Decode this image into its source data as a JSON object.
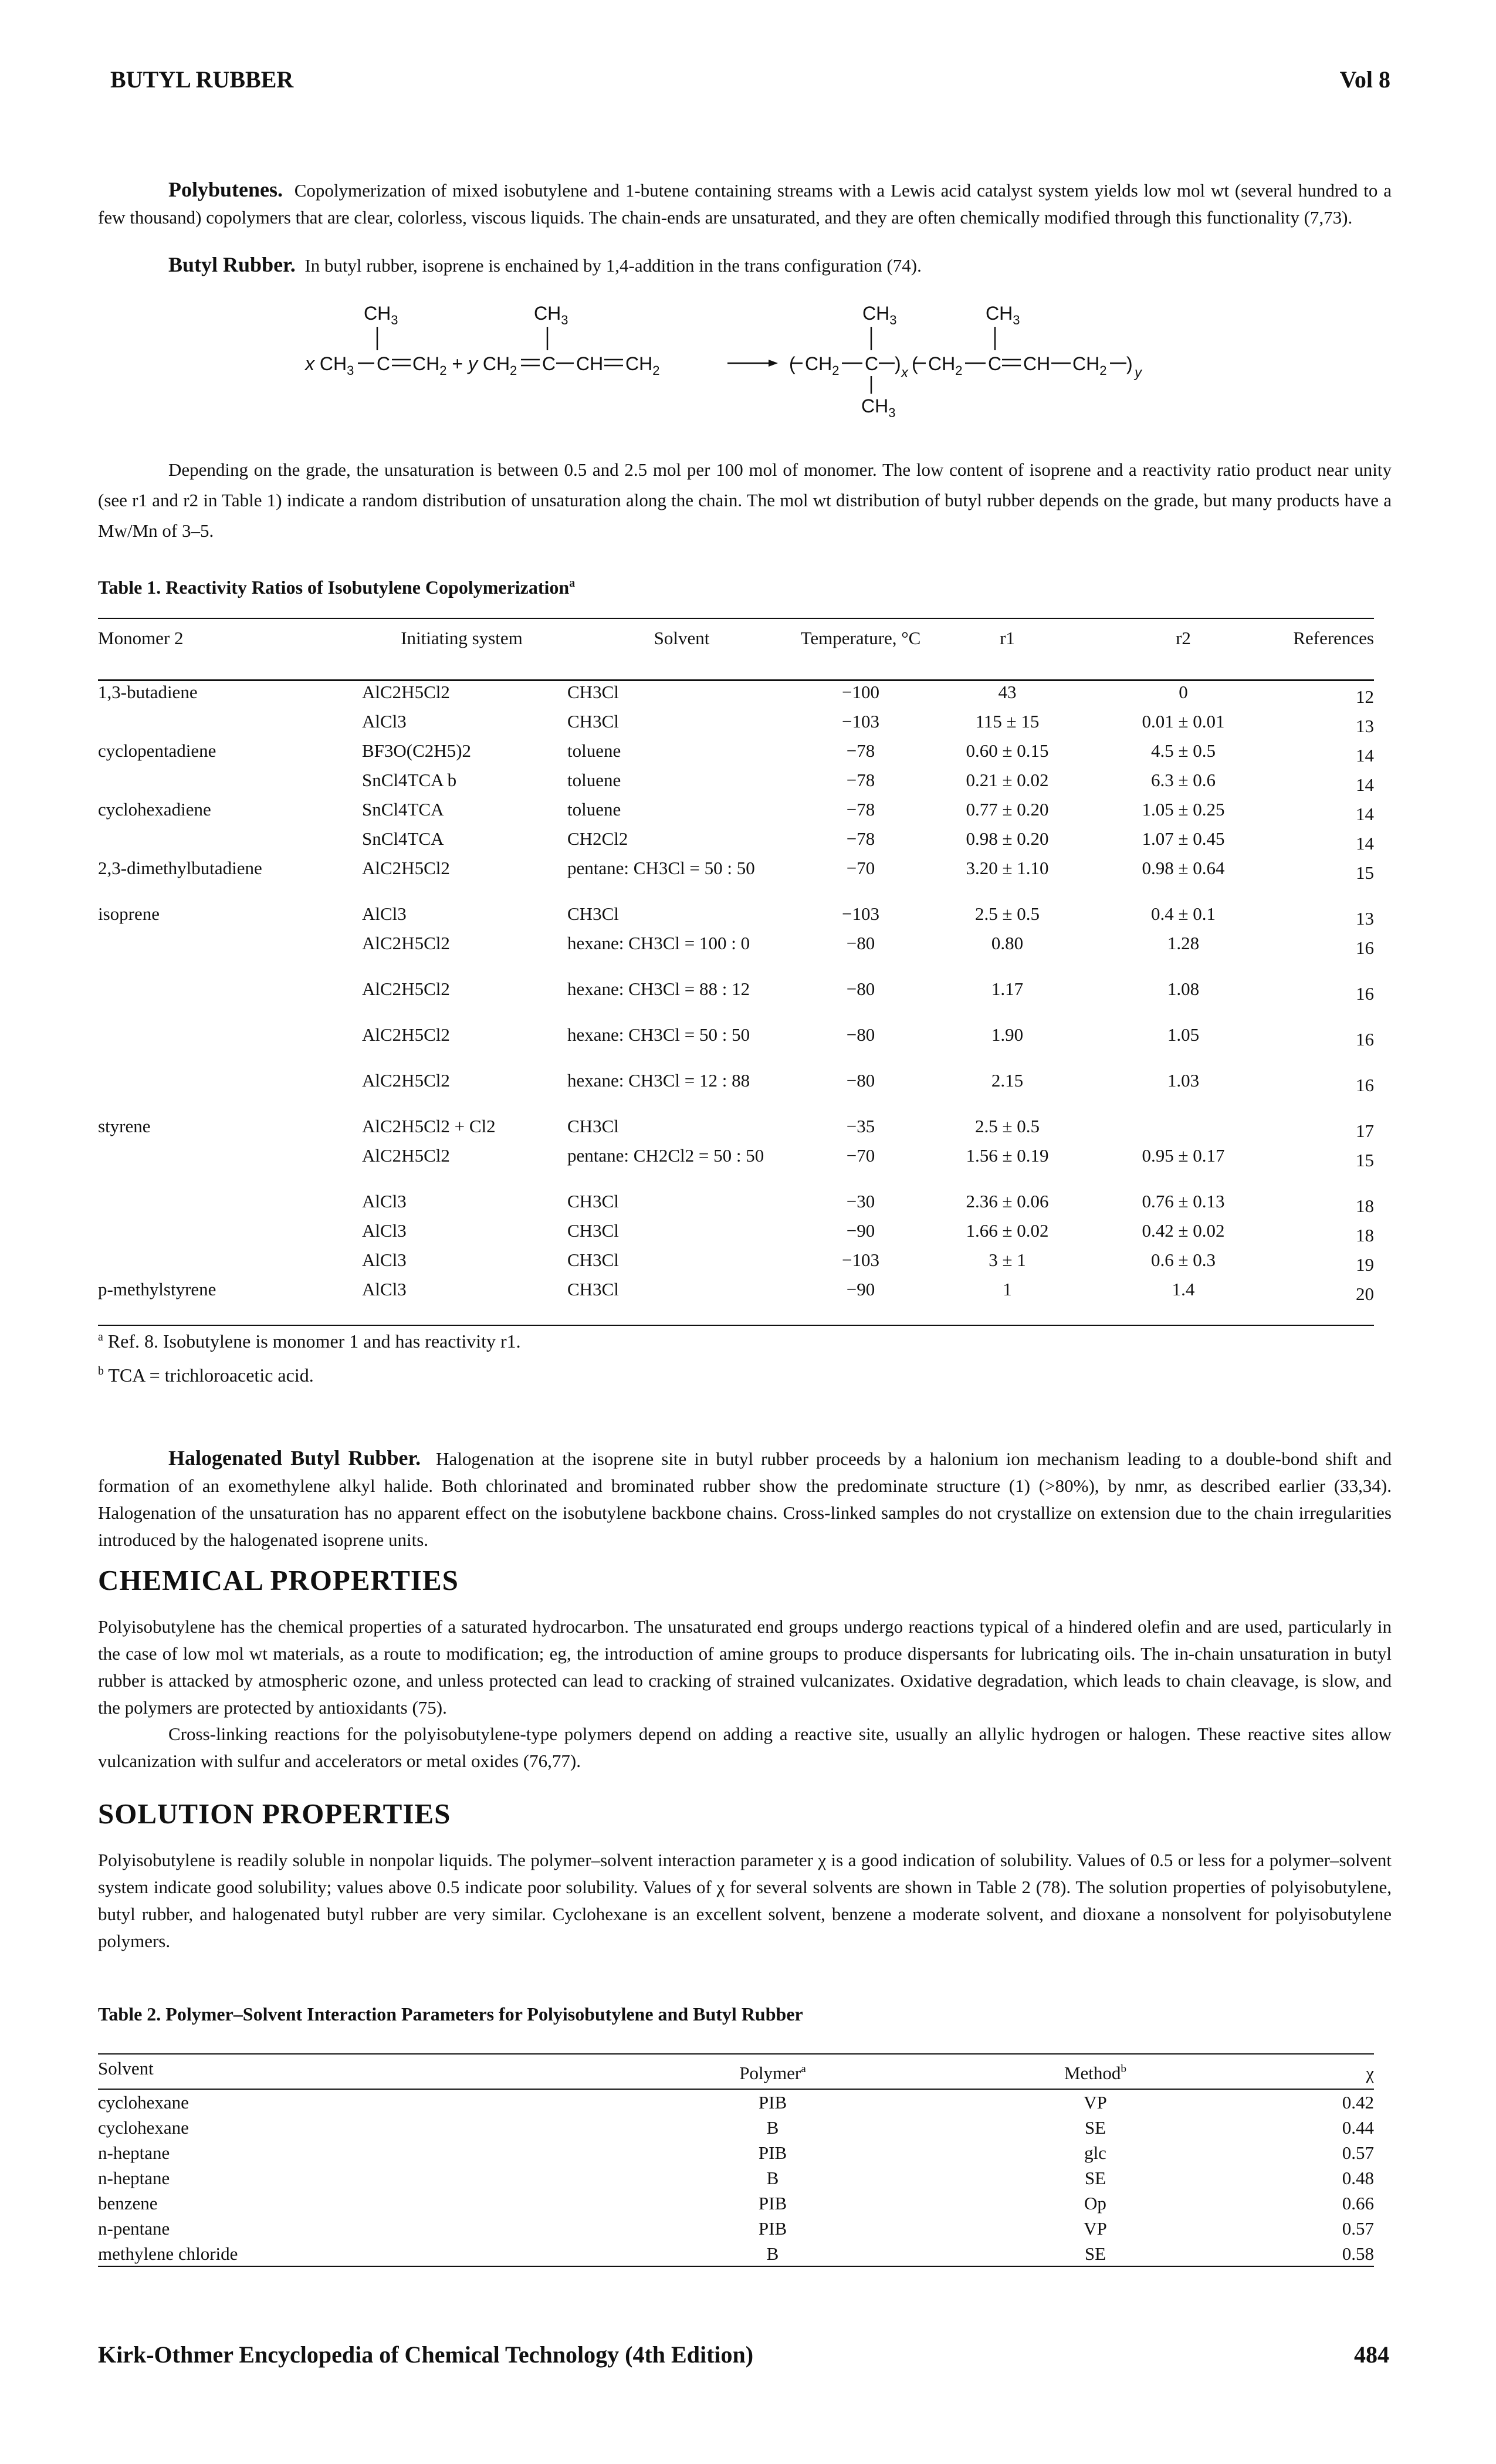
{
  "header": {
    "left": "BUTYL RUBBER",
    "right": "Vol 8"
  },
  "p_polybutenes": {
    "head": "Polybutenes.",
    "text": "Copolymerization of mixed isobutylene and 1-butene containing streams with a Lewis acid catalyst system yields low mol wt (several hundred to a few thousand) copolymers that are clear, colorless, viscous liquids. The chain-ends are unsaturated, and they are often chemically modified through this functionality (7,73)."
  },
  "p_butyl": {
    "head": "Butyl Rubber.",
    "text": "In butyl rubber, isoprene is enchained by 1,4-addition in the trans configuration (74)."
  },
  "reaction": {
    "ch3": "CH3",
    "lhs1": "x CH3—C═CH2 + y CH2 ═C—CH═CH2",
    "prod": "CH2—C",
    "prod2": "CH2—C═CH—CH2",
    "x": "x",
    "y": "y"
  },
  "p_unsat": "Depending on the grade, the unsaturation is between 0.5 and 2.5 mol per 100 mol of monomer. The low content of isoprene and a reactivity ratio product near unity (see r1 and r2 in Table 1) indicate a random distribution of unsaturation along the chain. The mol wt distribution of butyl rubber depends on the grade, but many products have a Mw/Mn of 3–5.",
  "table1": {
    "caption": "Table 1. Reactivity Ratios of Isobutylene Copolymerization",
    "caption_sup": "a",
    "headers": [
      "Monomer 2",
      "Initiating system",
      "Solvent",
      "Temperature, °C",
      "r1",
      "r2",
      "References"
    ],
    "rows": [
      [
        "1,3-butadiene",
        "AlC2H5Cl2",
        "CH3Cl",
        "−100",
        "43",
        "0",
        "12"
      ],
      [
        "",
        "AlCl3",
        "CH3Cl",
        "−103",
        "115 ± 15",
        "0.01 ± 0.01",
        "13"
      ],
      [
        "cyclopentadiene",
        "BF3O(C2H5)2",
        "toluene",
        "−78",
        "0.60 ± 0.15",
        "4.5 ± 0.5",
        "14"
      ],
      [
        "",
        "SnCl4TCA b",
        "toluene",
        "−78",
        "0.21 ± 0.02",
        "6.3 ± 0.6",
        "14"
      ],
      [
        "cyclohexadiene",
        "SnCl4TCA",
        "toluene",
        "−78",
        "0.77 ± 0.20",
        "1.05 ± 0.25",
        "14"
      ],
      [
        "",
        "SnCl4TCA",
        "CH2Cl2",
        "−78",
        "0.98 ± 0.20",
        "1.07 ± 0.45",
        "14"
      ],
      [
        "2,3-dimethylbutadiene",
        "AlC2H5Cl2",
        "pentane: CH3Cl = 50 : 50",
        "−70",
        "3.20 ± 1.10",
        "0.98 ± 0.64",
        "15"
      ],
      [
        "isoprene",
        "AlCl3",
        "CH3Cl",
        "−103",
        "2.5 ± 0.5",
        "0.4 ± 0.1",
        "13"
      ],
      [
        "",
        "AlC2H5Cl2",
        "hexane: CH3Cl = 100 : 0",
        "−80",
        "0.80",
        "1.28",
        "16"
      ],
      [
        "",
        "AlC2H5Cl2",
        "hexane: CH3Cl = 88 : 12",
        "−80",
        "1.17",
        "1.08",
        "16"
      ],
      [
        "",
        "AlC2H5Cl2",
        "hexane: CH3Cl = 50 : 50",
        "−80",
        "1.90",
        "1.05",
        "16"
      ],
      [
        "",
        "AlC2H5Cl2",
        "hexane: CH3Cl = 12 : 88",
        "−80",
        "2.15",
        "1.03",
        "16"
      ],
      [
        "styrene",
        "AlC2H5Cl2 + Cl2",
        "CH3Cl",
        "−35",
        "2.5 ± 0.5",
        "",
        "17"
      ],
      [
        "",
        "AlC2H5Cl2",
        "pentane: CH2Cl2 = 50 : 50",
        "−70",
        "1.56 ± 0.19",
        "0.95 ± 0.17",
        "15"
      ],
      [
        "",
        "AlCl3",
        "CH3Cl",
        "−30",
        "2.36 ± 0.06",
        "0.76 ± 0.13",
        "18"
      ],
      [
        "",
        "AlCl3",
        "CH3Cl",
        "−90",
        "1.66 ± 0.02",
        "0.42 ± 0.02",
        "18"
      ],
      [
        "",
        "AlCl3",
        "CH3Cl",
        "−103",
        "3 ± 1",
        "0.6 ± 0.3",
        "19"
      ],
      [
        "p-methylstyrene",
        "AlCl3",
        "CH3Cl",
        "−90",
        "1",
        "1.4",
        "20"
      ]
    ],
    "footnote_a": "Ref. 8. Isobutylene is monomer 1 and has reactivity r1.",
    "footnote_b": "TCA = trichloroacetic acid."
  },
  "p_halo": {
    "head": "Halogenated Butyl Rubber.",
    "text": "Halogenation at the isoprene site in butyl rubber proceeds by a halonium ion mechanism leading to a double-bond shift and formation of an exomethylene alkyl halide. Both chlorinated and brominated rubber show the predominate structure (1) (>80%), by nmr, as described earlier (33,34). Halogenation of the unsaturation has no apparent effect on the isobutylene backbone chains. Cross-linked samples do not crystallize on extension due to the chain irregularities introduced by the halogenated isoprene units."
  },
  "chem": {
    "title": "CHEMICAL PROPERTIES",
    "p1": "Polyisobutylene has the chemical properties of a saturated hydrocarbon. The unsaturated end groups undergo reactions typical of a hindered olefin and are used, particularly in the case of low mol wt materials, as a route to modification; eg, the introduction of amine groups to produce dispersants for lubricating oils. The in-chain unsaturation in butyl rubber is attacked by atmospheric ozone, and unless protected can lead to cracking of strained vulcanizates. Oxidative degradation, which leads to chain cleavage, is slow, and the polymers are protected by antioxidants (75).",
    "p2": "Cross-linking reactions for the polyisobutylene-type polymers depend on adding a reactive site, usually an allylic hydrogen or halogen. These reactive sites allow vulcanization with sulfur and accelerators or metal oxides (76,77)."
  },
  "sol": {
    "title": "SOLUTION PROPERTIES",
    "p1": "Polyisobutylene is readily soluble in nonpolar liquids. The polymer–solvent interaction parameter χ is a good indication of solubility. Values of 0.5 or less for a polymer–solvent system indicate good solubility; values above 0.5 indicate poor solubility. Values of χ for several solvents are shown in Table 2 (78). The solution properties of polyisobutylene, butyl rubber, and halogenated butyl rubber are very similar. Cyclohexane is an excellent solvent, benzene a moderate solvent, and dioxane a nonsolvent for polyisobutylene polymers."
  },
  "table2": {
    "caption": "Table 2. Polymer–Solvent Interaction Parameters for Polyisobutylene and Butyl Rubber",
    "headers": [
      "Solvent",
      "Polymer",
      "Method",
      "χ"
    ],
    "header_sups": [
      "",
      "a",
      "b",
      ""
    ],
    "rows": [
      [
        "cyclohexane",
        "PIB",
        "VP",
        "0.42"
      ],
      [
        "cyclohexane",
        "B",
        "SE",
        "0.44"
      ],
      [
        "n-heptane",
        "PIB",
        "glc",
        "0.57"
      ],
      [
        "n-heptane",
        "B",
        "SE",
        "0.48"
      ],
      [
        "benzene",
        "PIB",
        "Op",
        "0.66"
      ],
      [
        "n-pentane",
        "PIB",
        "VP",
        "0.57"
      ],
      [
        "methylene chloride",
        "B",
        "SE",
        "0.58"
      ]
    ]
  },
  "footer": {
    "left": "Kirk-Othmer Encyclopedia of Chemical Technology (4th Edition)",
    "right": "484"
  }
}
